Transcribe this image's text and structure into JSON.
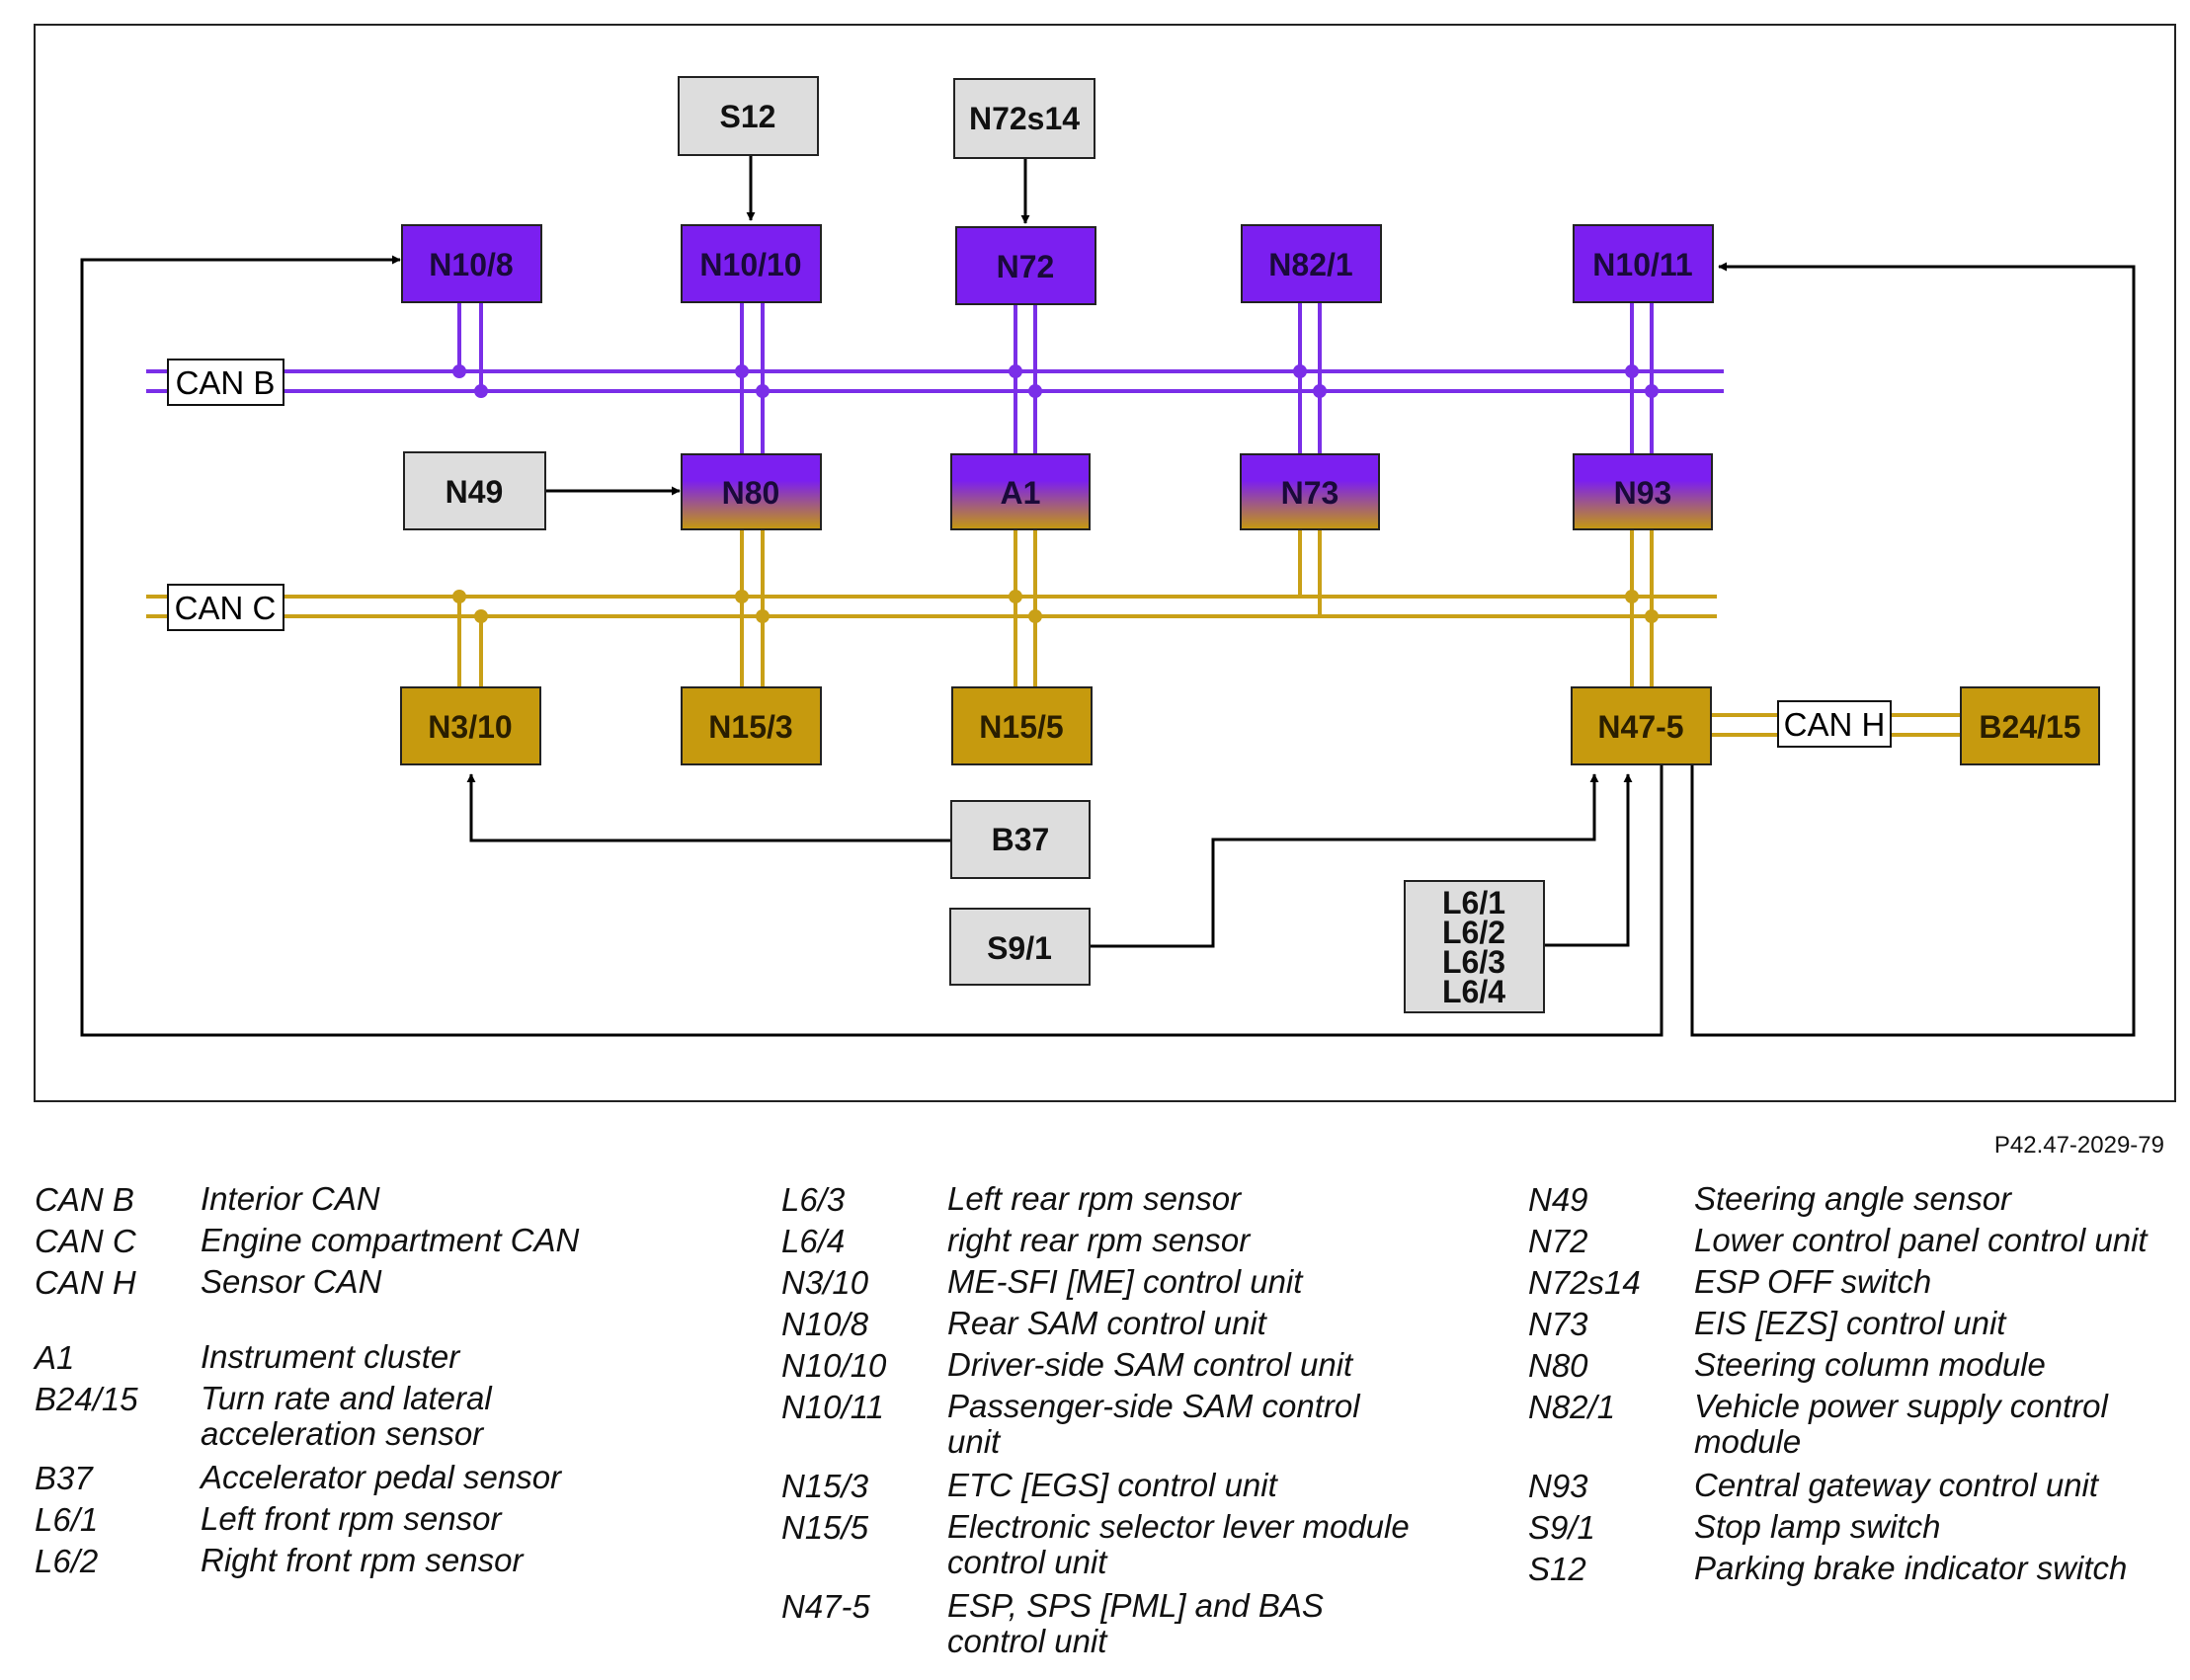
{
  "boxes": [
    {
      "id": "s12",
      "label": "S12"
    },
    {
      "id": "n72s14",
      "label": "N72s14"
    },
    {
      "id": "n10-8",
      "label": "N10/8"
    },
    {
      "id": "n10-10",
      "label": "N10/10"
    },
    {
      "id": "n72",
      "label": "N72"
    },
    {
      "id": "n82-1",
      "label": "N82/1"
    },
    {
      "id": "n10-11",
      "label": "N10/11"
    },
    {
      "id": "n49",
      "label": "N49"
    },
    {
      "id": "n80",
      "label": "N80"
    },
    {
      "id": "a1",
      "label": "A1"
    },
    {
      "id": "n73",
      "label": "N73"
    },
    {
      "id": "n93",
      "label": "N93"
    },
    {
      "id": "n3-10",
      "label": "N3/10"
    },
    {
      "id": "n15-3",
      "label": "N15/3"
    },
    {
      "id": "n15-5",
      "label": "N15/5"
    },
    {
      "id": "n47-5",
      "label": "N47-5"
    },
    {
      "id": "b24-15",
      "label": "B24/15"
    },
    {
      "id": "b37",
      "label": "B37"
    },
    {
      "id": "s9-1",
      "label": "S9/1"
    },
    {
      "id": "l6",
      "label": [
        "L6/1",
        "L6/2",
        "L6/3",
        "L6/4"
      ]
    }
  ],
  "buses": {
    "can_b": "CAN B",
    "can_c": "CAN C",
    "can_h": "CAN H"
  },
  "colors": {
    "can_b": "#7a2ee8",
    "can_c": "#c9a017",
    "purple_box": "#7b1ff0",
    "amber_box": "#c69a0e",
    "grey_box": "#dddddd"
  },
  "reference_code": "P42.47-2029-79",
  "legend": {
    "col1": [
      {
        "key": "CAN B",
        "value": "Interior CAN"
      },
      {
        "key": "CAN C",
        "value": "Engine compartment CAN"
      },
      {
        "key": "CAN H",
        "value": "Sensor CAN"
      },
      {
        "key": "A1",
        "value": "Instrument cluster"
      },
      {
        "key": "B24/15",
        "value": "Turn rate and lateral acceleration sensor"
      },
      {
        "key": "B37",
        "value": "Accelerator pedal sensor"
      },
      {
        "key": "L6/1",
        "value": "Left front rpm sensor"
      },
      {
        "key": "L6/2",
        "value": "Right front rpm sensor"
      }
    ],
    "col2": [
      {
        "key": "L6/3",
        "value": "Left rear rpm sensor"
      },
      {
        "key": "L6/4",
        "value": "right rear rpm sensor"
      },
      {
        "key": "N3/10",
        "value": "ME-SFI [ME] control unit"
      },
      {
        "key": "N10/8",
        "value": "Rear SAM control unit"
      },
      {
        "key": "N10/10",
        "value": "Driver-side SAM control unit"
      },
      {
        "key": "N10/11",
        "value": "Passenger-side SAM control unit"
      },
      {
        "key": "N15/3",
        "value": "ETC [EGS] control unit"
      },
      {
        "key": "N15/5",
        "value": "Electronic selector lever module control unit"
      },
      {
        "key": "N47-5",
        "value": "ESP, SPS [PML] and BAS control unit"
      }
    ],
    "col3": [
      {
        "key": "N49",
        "value": "Steering angle sensor"
      },
      {
        "key": "N72",
        "value": "Lower control panel control unit"
      },
      {
        "key": "N72s14",
        "value": "ESP OFF switch"
      },
      {
        "key": "N73",
        "value": "EIS [EZS] control unit"
      },
      {
        "key": "N80",
        "value": "Steering column module"
      },
      {
        "key": "N82/1",
        "value": "Vehicle power supply control module"
      },
      {
        "key": "N93",
        "value": "Central gateway control unit"
      },
      {
        "key": "S9/1",
        "value": "Stop lamp switch"
      },
      {
        "key": "S12",
        "value": "Parking brake indicator switch"
      }
    ]
  }
}
